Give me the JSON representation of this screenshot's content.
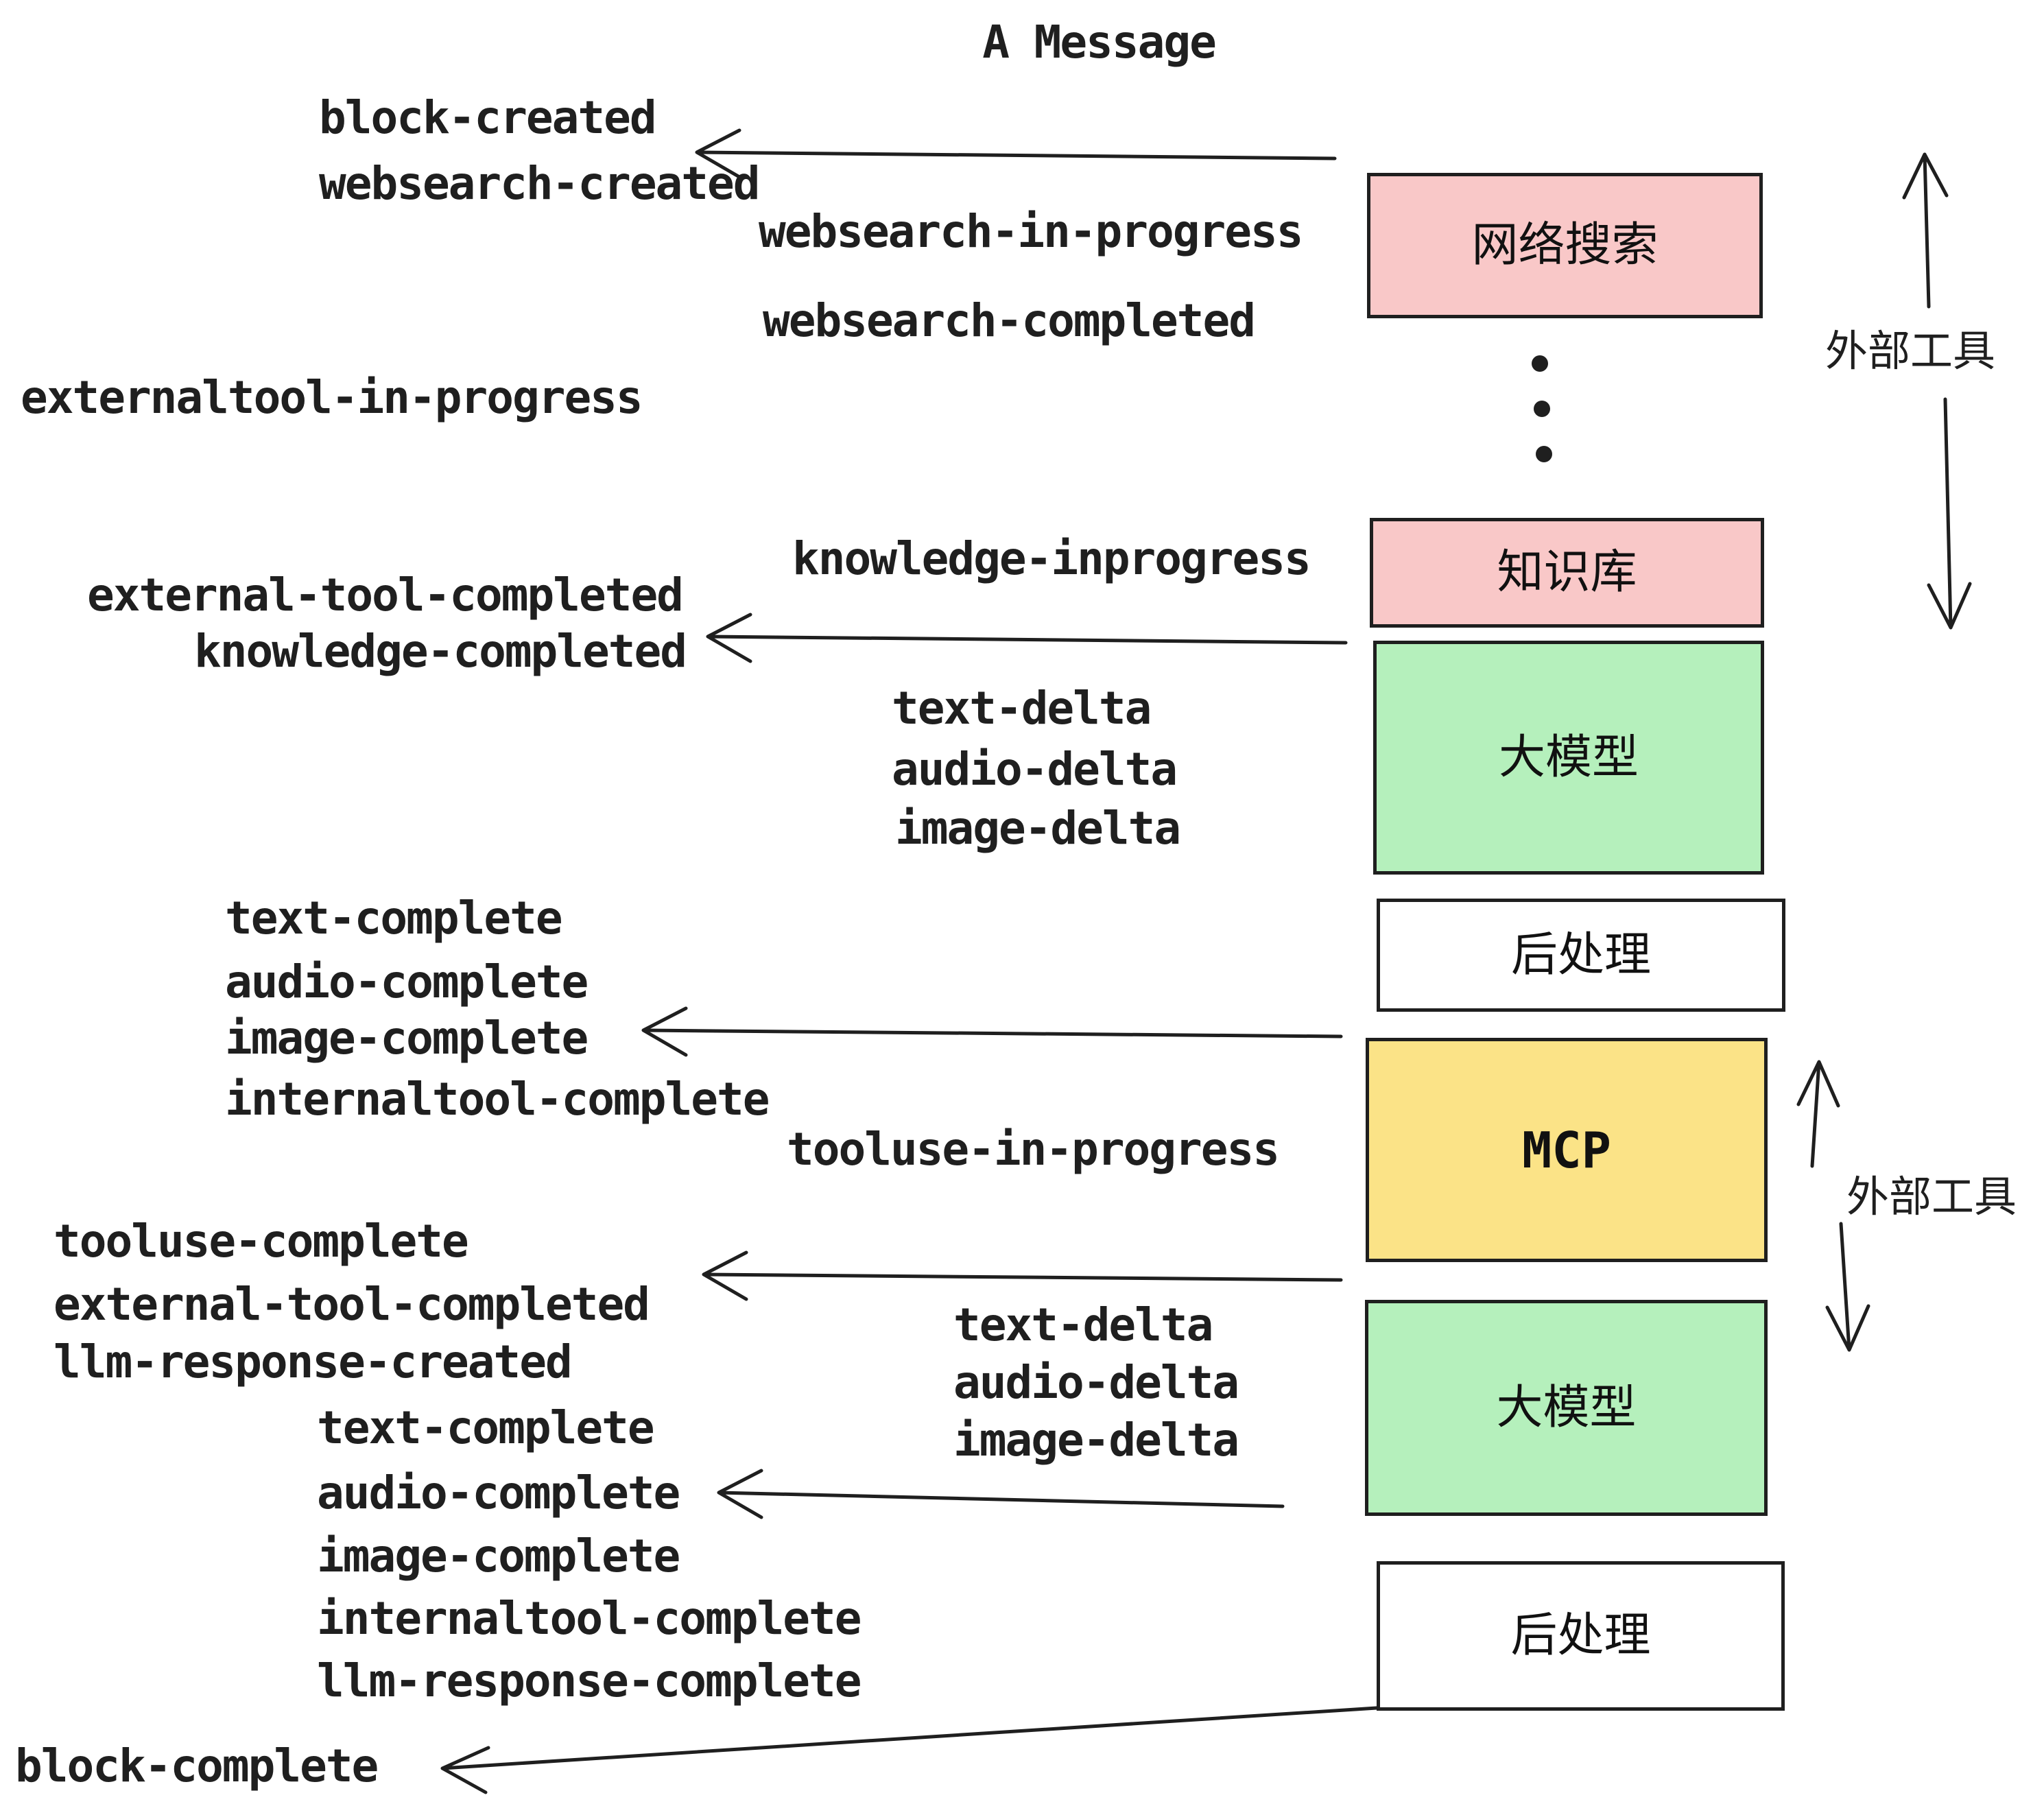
{
  "title": "A Message",
  "events": [
    "block-created",
    "websearch-created",
    "websearch-in-progress",
    "websearch-completed",
    "externaltool-in-progress",
    "knowledge-inprogress",
    "external-tool-completed",
    "knowledge-completed",
    "text-delta",
    "audio-delta",
    "image-delta",
    "text-complete",
    "audio-complete",
    "image-complete",
    "internaltool-complete",
    "tooluse-in-progress",
    "tooluse-complete",
    "external-tool-completed",
    "llm-response-created",
    "text-delta",
    "audio-delta",
    "image-delta",
    "text-complete",
    "audio-complete",
    "image-complete",
    "internaltool-complete",
    "llm-response-complete",
    "block-complete"
  ],
  "boxes": {
    "websearch": "网络搜索",
    "knowledge": "知识库",
    "llm_top": "大模型",
    "post_top": "后处理",
    "mcp": "MCP",
    "llm_bottom": "大模型",
    "post_bottom": "后处理"
  },
  "side_labels": {
    "external_tools_top": "外部工具",
    "external_tools_bottom": "外部工具"
  },
  "colors": {
    "pink": "#f9c8c8",
    "green": "#b5f0bc",
    "yellow": "#fbe387",
    "white": "#ffffff",
    "ink": "#1f1f1f",
    "background": "#ffffff"
  }
}
